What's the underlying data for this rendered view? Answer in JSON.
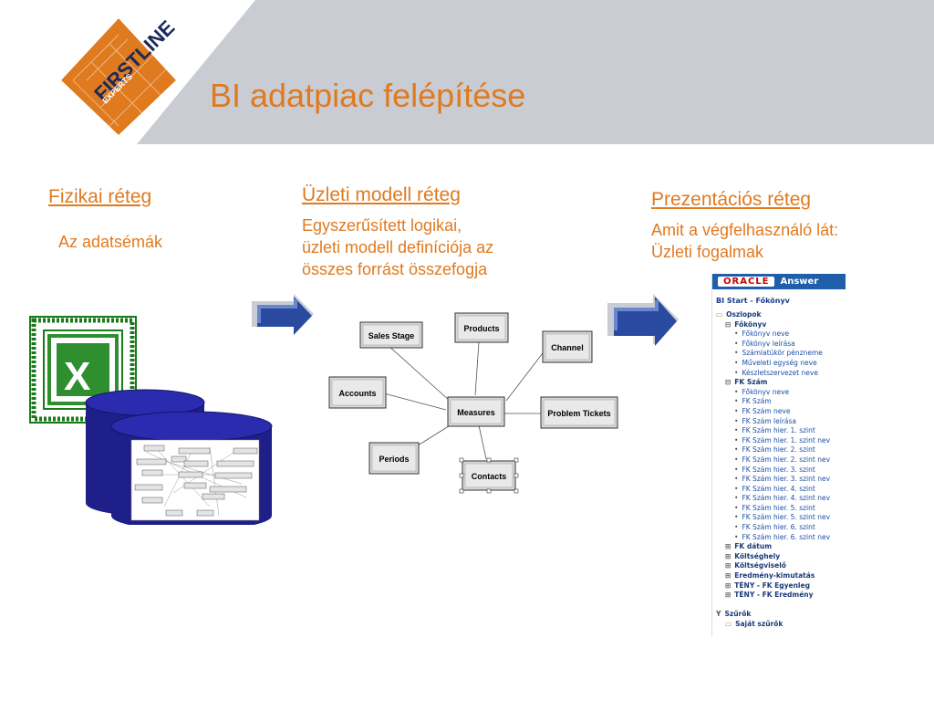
{
  "slide": {
    "title": "BI adatpiac felépítése",
    "logo": {
      "text_top": "FIRSTLINE",
      "text_bottom": "EXPERTS"
    }
  },
  "columns": {
    "physical": {
      "heading": "Fizikai réteg",
      "text": "Az adatsémák"
    },
    "business": {
      "heading": "Üzleti modell réteg",
      "lines": [
        "Egyszerűsített logikai,",
        "üzleti modell definíciója az",
        "összes forrást összefogja"
      ]
    },
    "presentation": {
      "heading": "Prezentációs réteg",
      "lines": [
        "Amit a végfelhasználó lát:",
        "Üzleti fogalmak"
      ]
    }
  },
  "diagram": {
    "nodes": [
      "Sales Stage",
      "Products",
      "Channel",
      "Accounts",
      "Measures",
      "Problem Tickets",
      "Periods",
      "Contacts"
    ]
  },
  "oracle_panel": {
    "logo": "ORACLE",
    "app": "Answer",
    "subtitle": "BI Start - Főkönyv",
    "tree": [
      {
        "label": "Oszlopok",
        "level": 0,
        "bold": true,
        "icon": "folder-icon"
      },
      {
        "label": "Főkönyv",
        "level": 1,
        "bold": true,
        "icon": "collapse-icon"
      },
      {
        "label": "Főkönyv neve",
        "level": 2,
        "bold": false,
        "icon": "bullet-icon"
      },
      {
        "label": "Főkönyv leírása",
        "level": 2,
        "bold": false,
        "icon": "bullet-icon"
      },
      {
        "label": "Számlatükör pénzneme",
        "level": 2,
        "bold": false,
        "icon": "bullet-icon"
      },
      {
        "label": "Műveleti egység neve",
        "level": 2,
        "bold": false,
        "icon": "bullet-icon"
      },
      {
        "label": "Készletszervezet neve",
        "level": 2,
        "bold": false,
        "icon": "bullet-icon"
      },
      {
        "label": "FK Szám",
        "level": 1,
        "bold": true,
        "icon": "collapse-icon"
      },
      {
        "label": "Főkönyv neve",
        "level": 2,
        "bold": false,
        "icon": "bullet-icon"
      },
      {
        "label": "FK Szám",
        "level": 2,
        "bold": false,
        "icon": "bullet-icon"
      },
      {
        "label": "FK Szám neve",
        "level": 2,
        "bold": false,
        "icon": "bullet-icon"
      },
      {
        "label": "FK Szám leírása",
        "level": 2,
        "bold": false,
        "icon": "bullet-icon"
      },
      {
        "label": "FK Szám hier. 1. szint",
        "level": 2,
        "bold": false,
        "icon": "bullet-icon"
      },
      {
        "label": "FK Szám hier. 1. szint nev",
        "level": 2,
        "bold": false,
        "icon": "bullet-icon"
      },
      {
        "label": "FK Szám hier. 2. szint",
        "level": 2,
        "bold": false,
        "icon": "bullet-icon"
      },
      {
        "label": "FK Szám hier. 2. szint nev",
        "level": 2,
        "bold": false,
        "icon": "bullet-icon"
      },
      {
        "label": "FK Szám hier. 3. szint",
        "level": 2,
        "bold": false,
        "icon": "bullet-icon"
      },
      {
        "label": "FK Szám hier. 3. szint nev",
        "level": 2,
        "bold": false,
        "icon": "bullet-icon"
      },
      {
        "label": "FK Szám hier. 4. szint",
        "level": 2,
        "bold": false,
        "icon": "bullet-icon"
      },
      {
        "label": "FK Szám hier. 4. szint nev",
        "level": 2,
        "bold": false,
        "icon": "bullet-icon"
      },
      {
        "label": "FK Szám hier. 5. szint",
        "level": 2,
        "bold": false,
        "icon": "bullet-icon"
      },
      {
        "label": "FK Szám hier. 5. szint nev",
        "level": 2,
        "bold": false,
        "icon": "bullet-icon"
      },
      {
        "label": "FK Szám hier. 6. szint",
        "level": 2,
        "bold": false,
        "icon": "bullet-icon"
      },
      {
        "label": "FK Szám hier. 6. szint nev",
        "level": 2,
        "bold": false,
        "icon": "bullet-icon"
      },
      {
        "label": "FK dátum",
        "level": 1,
        "bold": true,
        "icon": "expand-icon"
      },
      {
        "label": "Költséghely",
        "level": 1,
        "bold": true,
        "icon": "expand-icon"
      },
      {
        "label": "Költségviselő",
        "level": 1,
        "bold": true,
        "icon": "expand-icon"
      },
      {
        "label": "Eredmény-kimutatás",
        "level": 1,
        "bold": true,
        "icon": "expand-icon"
      },
      {
        "label": "TÉNY - FK Egyenleg",
        "level": 1,
        "bold": true,
        "icon": "expand-icon"
      },
      {
        "label": "TÉNY - FK Eredmény",
        "level": 1,
        "bold": true,
        "icon": "expand-icon"
      },
      {
        "label": "",
        "level": 0,
        "bold": false,
        "icon": "spacer"
      },
      {
        "label": "Szűrők",
        "level": 0,
        "bold": true,
        "icon": "filter-icon"
      },
      {
        "label": "Saját szűrők",
        "level": 1,
        "bold": true,
        "icon": "folder-icon"
      }
    ]
  },
  "colors": {
    "accent": "#e07a1f",
    "header_band": "#c9ccd3",
    "arrow": "#2a4aa0",
    "cylinder": "#1f1f8a",
    "link": "#1d4fa8"
  }
}
